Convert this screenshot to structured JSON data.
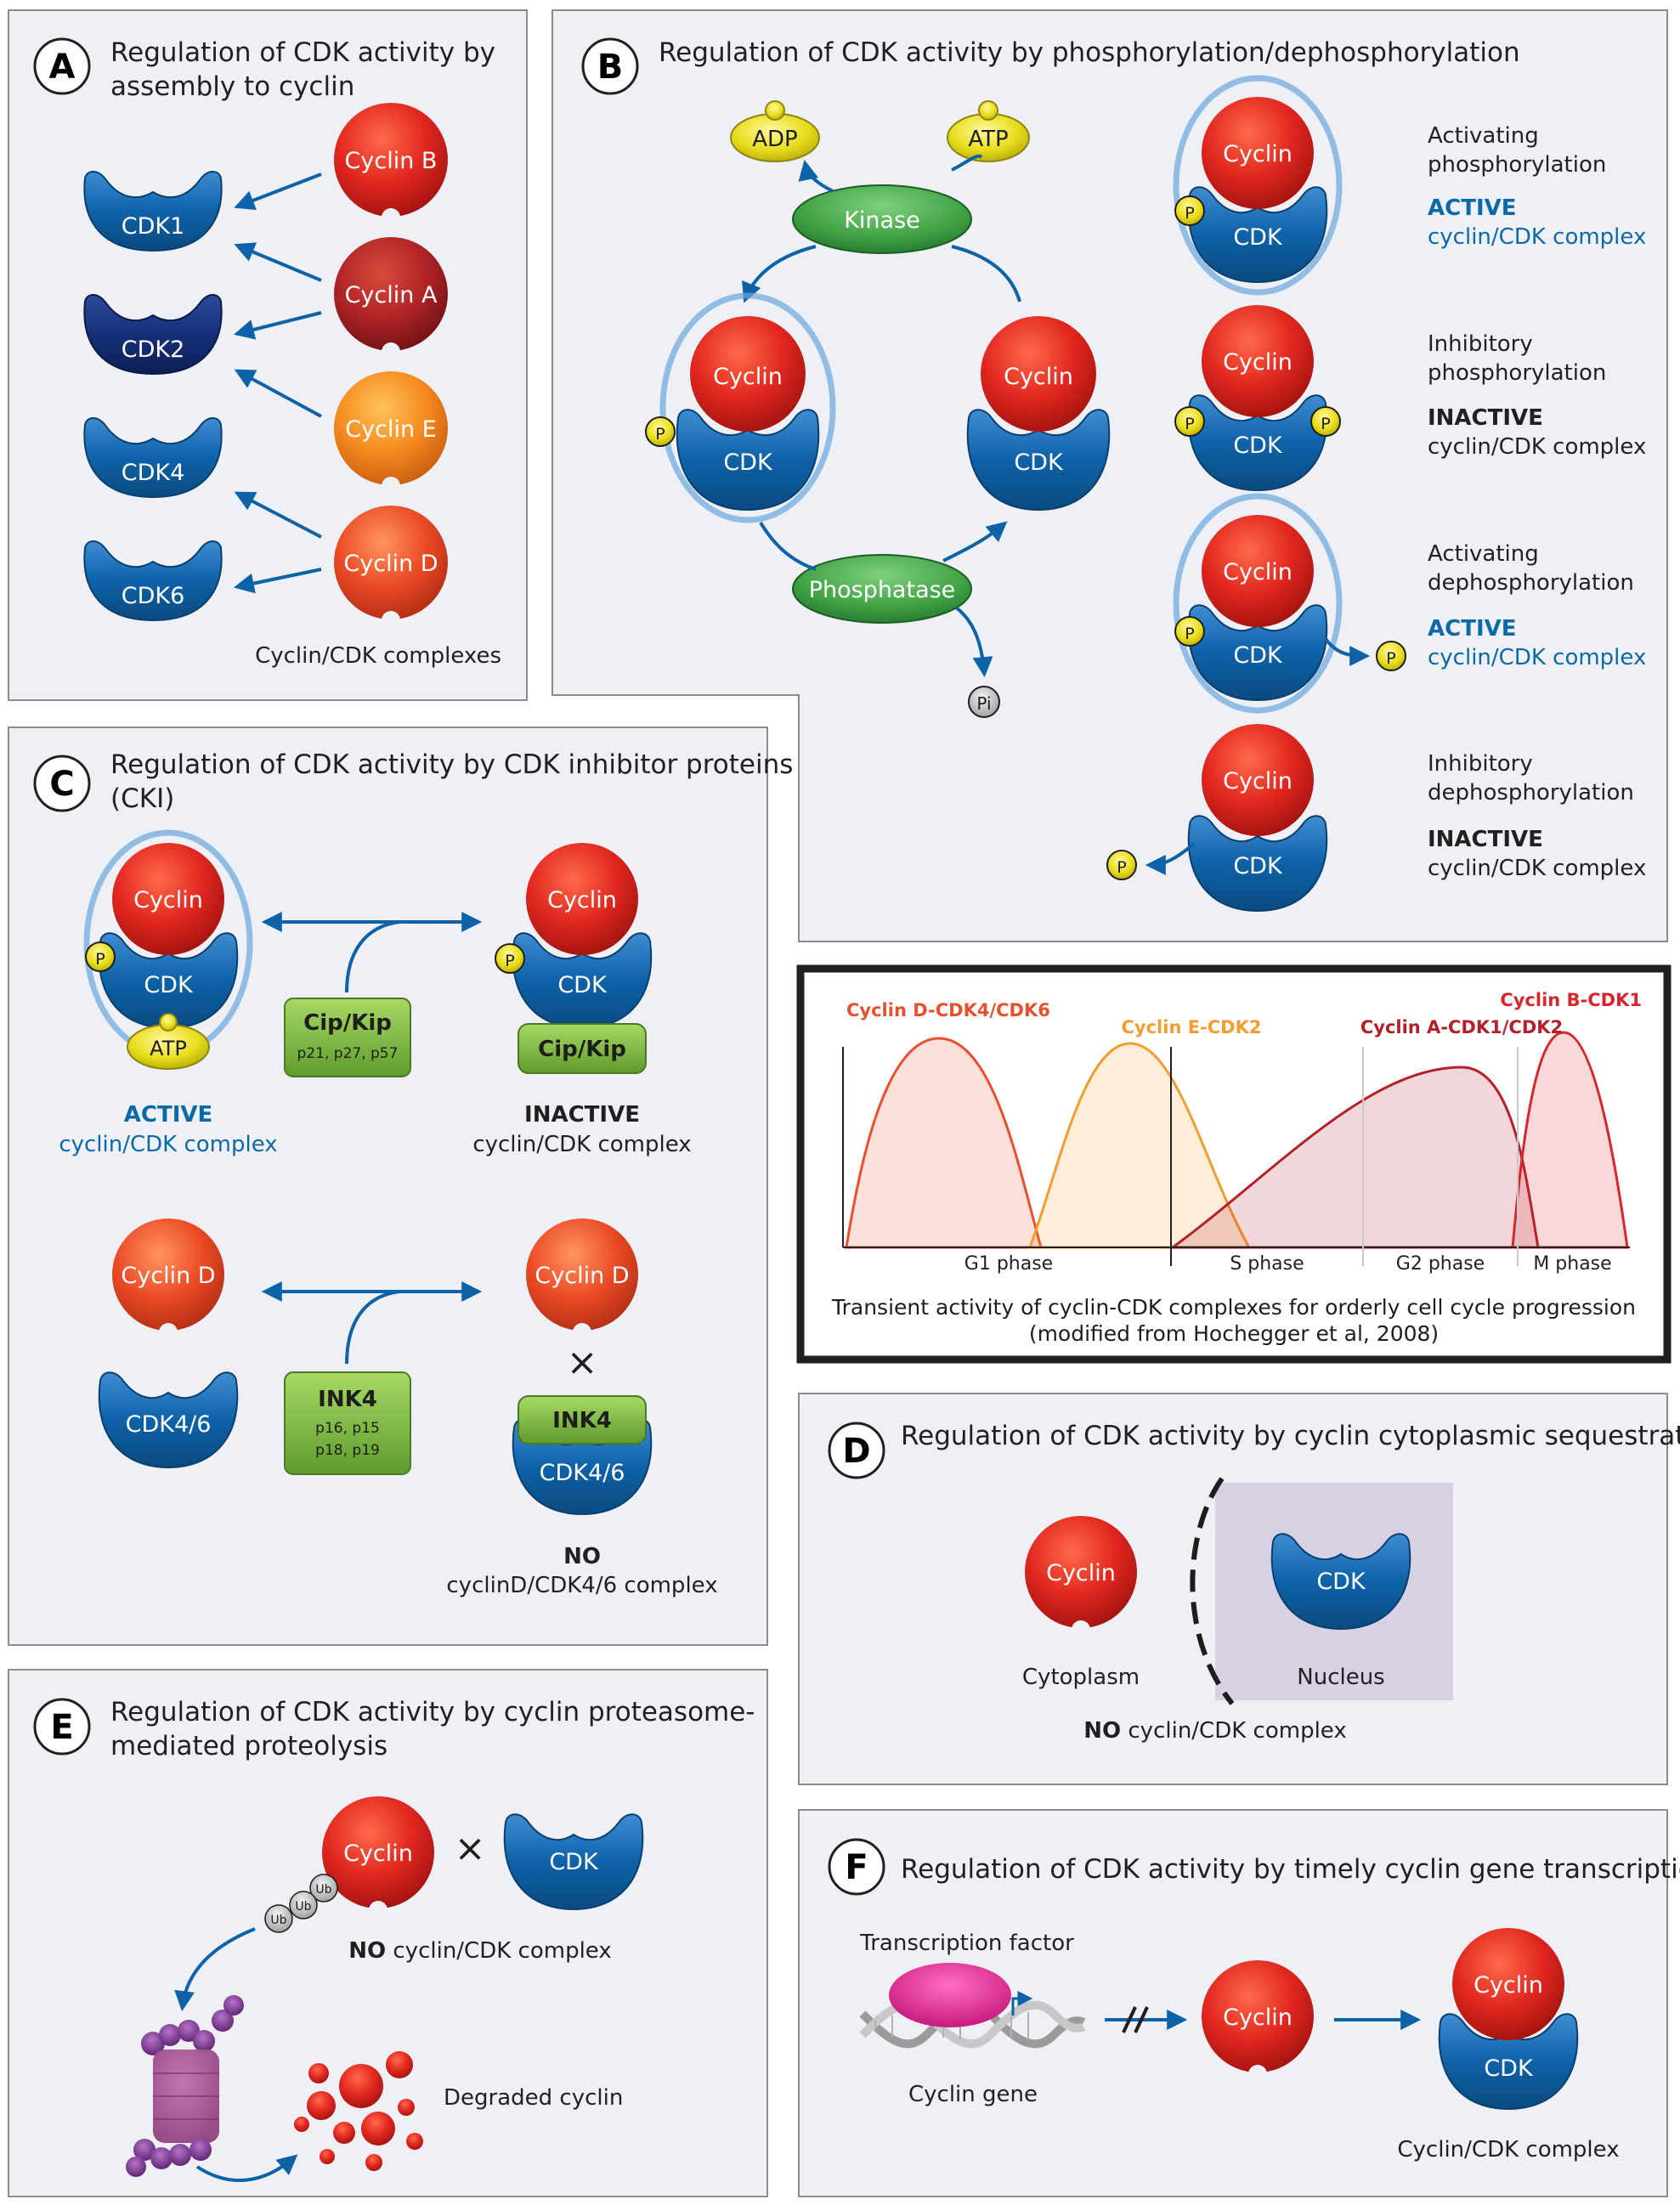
{
  "panels": {
    "A": {
      "letter": "A",
      "title_line1": "Regulation of CDK activity by",
      "title_line2": "assembly to cyclin",
      "cdk_labels": [
        "CDK1",
        "CDK2",
        "CDK4",
        "CDK6"
      ],
      "cyclin_labels": [
        "Cyclin B",
        "Cyclin A",
        "Cyclin E",
        "Cyclin D"
      ],
      "caption": "Cyclin/CDK complexes"
    },
    "B": {
      "letter": "B",
      "title": "Regulation of CDK activity by phosphorylation/dephosphorylation",
      "adp": "ADP",
      "atp": "ATP",
      "kinase": "Kinase",
      "phosphatase": "Phosphatase",
      "pi": "Pi",
      "cyclin": "Cyclin",
      "cdk": "CDK",
      "p": "P",
      "states": [
        {
          "line1": "Activating",
          "line2": "phosphorylation",
          "status": "ACTIVE",
          "complex": "cyclin/CDK complex"
        },
        {
          "line1": "Inhibitory",
          "line2": "phosphorylation",
          "status": "INACTIVE",
          "complex": "cyclin/CDK complex"
        },
        {
          "line1": "Activating",
          "line2": "dephosphorylation",
          "status": "ACTIVE",
          "complex": "cyclin/CDK complex"
        },
        {
          "line1": "Inhibitory",
          "line2": "dephosphorylation",
          "status": "INACTIVE",
          "complex": "cyclin/CDK complex"
        }
      ]
    },
    "C": {
      "letter": "C",
      "title_line1": "Regulation of CDK activity by CDK inhibitor proteins",
      "title_line2": "(CKI)",
      "cyclin": "Cyclin",
      "cdk": "CDK",
      "p": "P",
      "atp": "ATP",
      "cipkip": "Cip/Kip",
      "cipkip_sub": "p21, p27, p57",
      "active": "ACTIVE",
      "active_complex": "cyclin/CDK complex",
      "inactive": "INACTIVE",
      "inactive_complex": "cyclin/CDK complex",
      "cyclin_d": "Cyclin D",
      "cdk46": "CDK4/6",
      "ink4": "INK4",
      "ink4_sub1": "p16, p15",
      "ink4_sub2": "p18, p19",
      "cross": "×",
      "no": "NO",
      "no_complex": "cyclinD/CDK4/6 complex"
    },
    "D": {
      "letter": "D",
      "title": "Regulation of CDK activity by cyclin cytoplasmic sequestration",
      "cyclin": "Cyclin",
      "cdk": "CDK",
      "cytoplasm": "Cytoplasm",
      "nucleus": "Nucleus",
      "no": "NO",
      "no_complex": "cyclin/CDK complex"
    },
    "E": {
      "letter": "E",
      "title_line1": "Regulation of CDK activity by cyclin proteasome-",
      "title_line2": "mediated proteolysis",
      "cyclin": "Cyclin",
      "cdk": "CDK",
      "cross": "×",
      "ub": "Ub",
      "no": "NO",
      "no_complex": "cyclin/CDK complex",
      "degraded": "Degraded cyclin"
    },
    "F": {
      "letter": "F",
      "title": "Regulation of CDK activity by timely cyclin gene transcription",
      "tf": "Transcription factor",
      "gene": "Cyclin gene",
      "cyclin": "Cyclin",
      "cdk": "CDK",
      "complex": "Cyclin/CDK complex"
    }
  },
  "chart_data": {
    "type": "area",
    "x_phases": [
      "G1 phase",
      "S phase",
      "G2 phase",
      "M phase"
    ],
    "series": [
      {
        "name": "Cyclin D-CDK4/CDK6",
        "color": "#e8502d"
      },
      {
        "name": "Cyclin E-CDK2",
        "color": "#f39c2f"
      },
      {
        "name": "Cyclin A-CDK1/CDK2",
        "color": "#b3202a"
      },
      {
        "name": "Cyclin B-CDK1",
        "color": "#d9252c"
      }
    ],
    "caption_line1": "Transient activity of cyclin-CDK complexes for orderly cell cycle progression",
    "caption_line2": "(modified from Hochegger et al, 2008)"
  },
  "colors": {
    "panel_bg": "#eef0f6",
    "cyclin_red": "#e0261f",
    "cdk_blue": "#0e62a8",
    "kinase_green": "#3ea043",
    "phospho_yellow": "#f1e61a",
    "label_blue": "#0b6aa6"
  }
}
